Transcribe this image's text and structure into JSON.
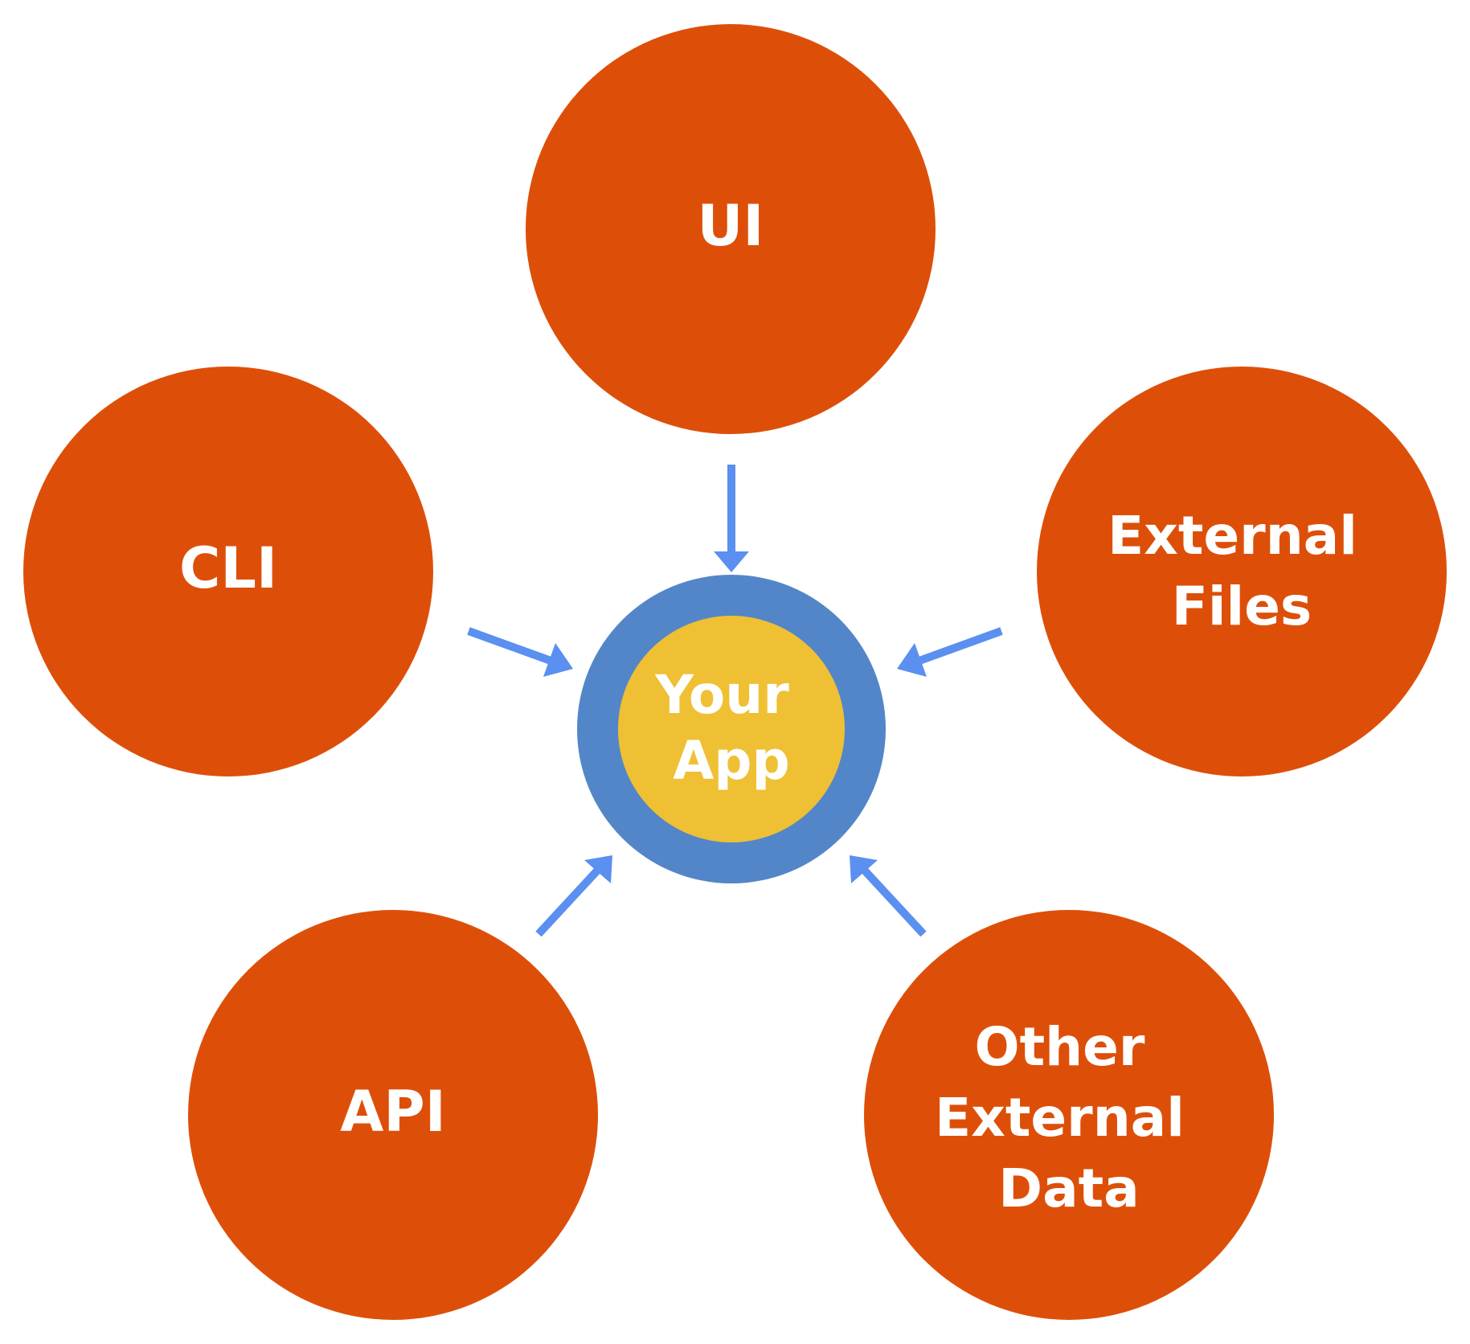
{
  "colors": {
    "node_fill": "#dd4f09",
    "hub_ring": "#5386c8",
    "hub_core": "#efc034",
    "arrow": "#5b8ff0",
    "label_text": "#ffffff"
  },
  "hub": {
    "label_lines": [
      "Your",
      "App"
    ]
  },
  "nodes": [
    {
      "id": "ui",
      "label_lines": [
        "UI"
      ]
    },
    {
      "id": "cli",
      "label_lines": [
        "CLI"
      ]
    },
    {
      "id": "external-files",
      "label_lines": [
        "External",
        "Files"
      ]
    },
    {
      "id": "api",
      "label_lines": [
        "API"
      ]
    },
    {
      "id": "other-external-data",
      "label_lines": [
        "Other",
        "External",
        "Data"
      ]
    }
  ]
}
